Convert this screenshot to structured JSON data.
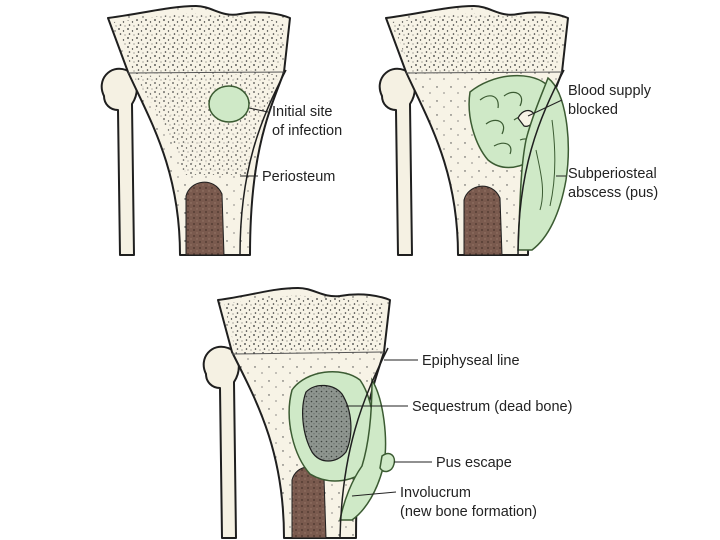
{
  "colors": {
    "bone": "#f5f1e3",
    "cortex_outline": "#1f1f1f",
    "infection": "#cfe9c7",
    "infection_outline": "#3b5b32",
    "marrow": "#7a5a4e",
    "sequestrum": "#8e958f",
    "background": "#ffffff"
  },
  "panels": {
    "initial": {
      "labels": [
        "Initial site",
        "of infection",
        "Periosteum"
      ]
    },
    "abscess": {
      "labels": [
        "Blood supply",
        "blocked",
        "Subperiosteal",
        "abscess (pus)"
      ]
    },
    "chronic": {
      "labels": [
        "Epiphyseal line",
        "Sequestrum (dead bone)",
        "Pus escape",
        "Involucrum",
        "(new bone formation)"
      ]
    }
  }
}
